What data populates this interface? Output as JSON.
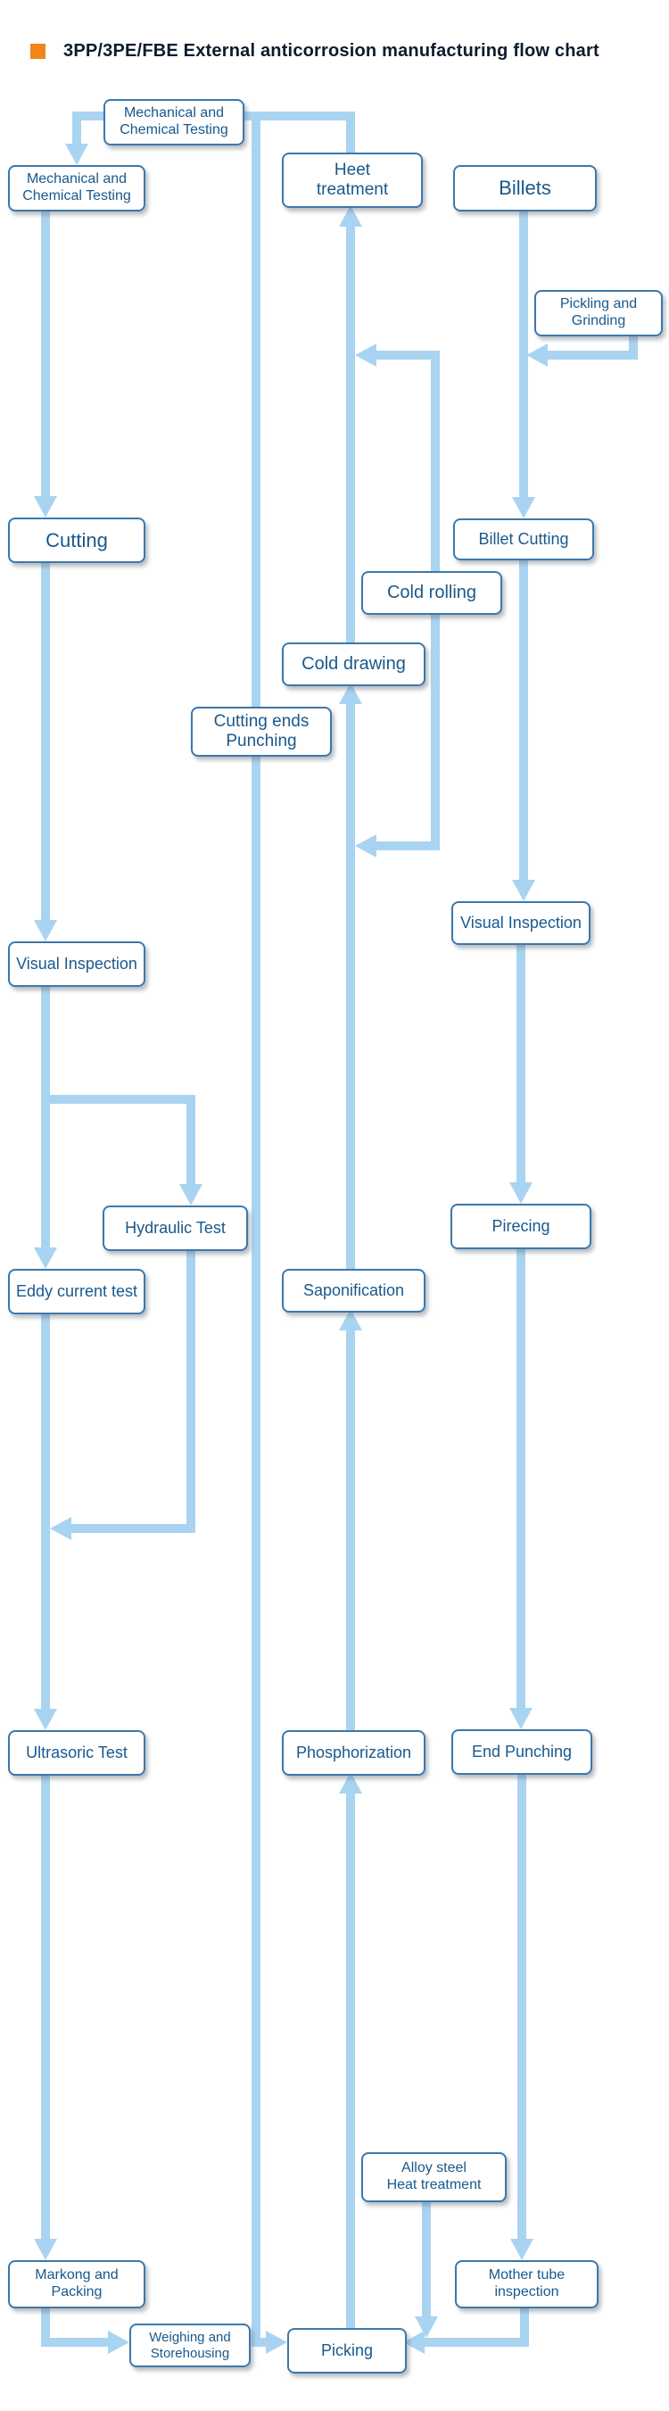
{
  "title": {
    "text": "3PP/3PE/FBE External anticorrosion manufacturing flow chart"
  },
  "colors": {
    "bullet": "#f0861a",
    "title_text": "#0d1b2e",
    "arrow": "#a9d4f1",
    "box_border": "#3c78ab",
    "box_text": "#19598c",
    "background": "#ffffff"
  },
  "nodes": {
    "mech_chem_top": {
      "label": "Mechanical and\nChemical Testing"
    },
    "mech_chem_left": {
      "label": "Mechanical and\nChemical Testing"
    },
    "heet_treatment": {
      "label": "Heet\ntreatment"
    },
    "billets": {
      "label": "Billets"
    },
    "pickling_grinding": {
      "label": "Pickling and\nGrinding"
    },
    "cutting": {
      "label": "Cutting"
    },
    "billet_cutting": {
      "label": "Billet Cutting"
    },
    "cold_rolling": {
      "label": "Cold rolling"
    },
    "cold_drawing": {
      "label": "Cold drawing"
    },
    "cutting_ends_punching": {
      "label": "Cutting ends\nPunching"
    },
    "visual_inspection_right": {
      "label": "Visual Inspection"
    },
    "visual_inspection_left": {
      "label": "Visual Inspection"
    },
    "hydraulic_test": {
      "label": "Hydraulic Test"
    },
    "pirecing": {
      "label": "Pirecing"
    },
    "eddy_current_test": {
      "label": "Eddy current test"
    },
    "saponification": {
      "label": "Saponification"
    },
    "ultrasoric_test": {
      "label": "Ultrasoric Test"
    },
    "phosphorization": {
      "label": "Phosphorization"
    },
    "end_punching": {
      "label": "End Punching"
    },
    "alloy_steel_heat_treatment": {
      "label": "Alloy steel\nHeat treatment"
    },
    "markong_packing": {
      "label": "Markong and\nPacking"
    },
    "mother_tube_inspection": {
      "label": "Mother tube\ninspection"
    },
    "weighing_storehousing": {
      "label": "Weighing and\nStorehousing"
    },
    "picking": {
      "label": "Picking"
    }
  },
  "edges": [
    {
      "from": "billets",
      "to": "billet_cutting"
    },
    {
      "from": "pickling_grinding",
      "to": "billet_cutting"
    },
    {
      "from": "billet_cutting",
      "to": "visual_inspection_right"
    },
    {
      "from": "visual_inspection_right",
      "to": "pirecing"
    },
    {
      "from": "pirecing",
      "to": "end_punching"
    },
    {
      "from": "end_punching",
      "to": "mother_tube_inspection"
    },
    {
      "from": "mother_tube_inspection",
      "to": "picking"
    },
    {
      "from": "alloy_steel_heat_treatment",
      "to": "picking"
    },
    {
      "from": "picking",
      "to": "phosphorization"
    },
    {
      "from": "phosphorization",
      "to": "saponification"
    },
    {
      "from": "saponification",
      "to": "cold_drawing"
    },
    {
      "from": "cold_drawing",
      "to": "heet_treatment"
    },
    {
      "from": "cold_rolling",
      "to": "heet_treatment"
    },
    {
      "from": "cold_rolling",
      "to": "cold_drawing"
    },
    {
      "from": "heet_treatment",
      "to": "cutting_ends_punching"
    },
    {
      "from": "cutting_ends_punching",
      "to": "picking"
    },
    {
      "from": "heet_treatment",
      "to": "mech_chem_top"
    },
    {
      "from": "mech_chem_top",
      "to": "mech_chem_left"
    },
    {
      "from": "mech_chem_left",
      "to": "cutting"
    },
    {
      "from": "cutting",
      "to": "visual_inspection_left"
    },
    {
      "from": "visual_inspection_left",
      "to": "hydraulic_test"
    },
    {
      "from": "visual_inspection_left",
      "to": "eddy_current_test"
    },
    {
      "from": "hydraulic_test",
      "to": "ultrasoric_test"
    },
    {
      "from": "eddy_current_test",
      "to": "ultrasoric_test"
    },
    {
      "from": "ultrasoric_test",
      "to": "markong_packing"
    },
    {
      "from": "markong_packing",
      "to": "weighing_storehousing"
    }
  ]
}
